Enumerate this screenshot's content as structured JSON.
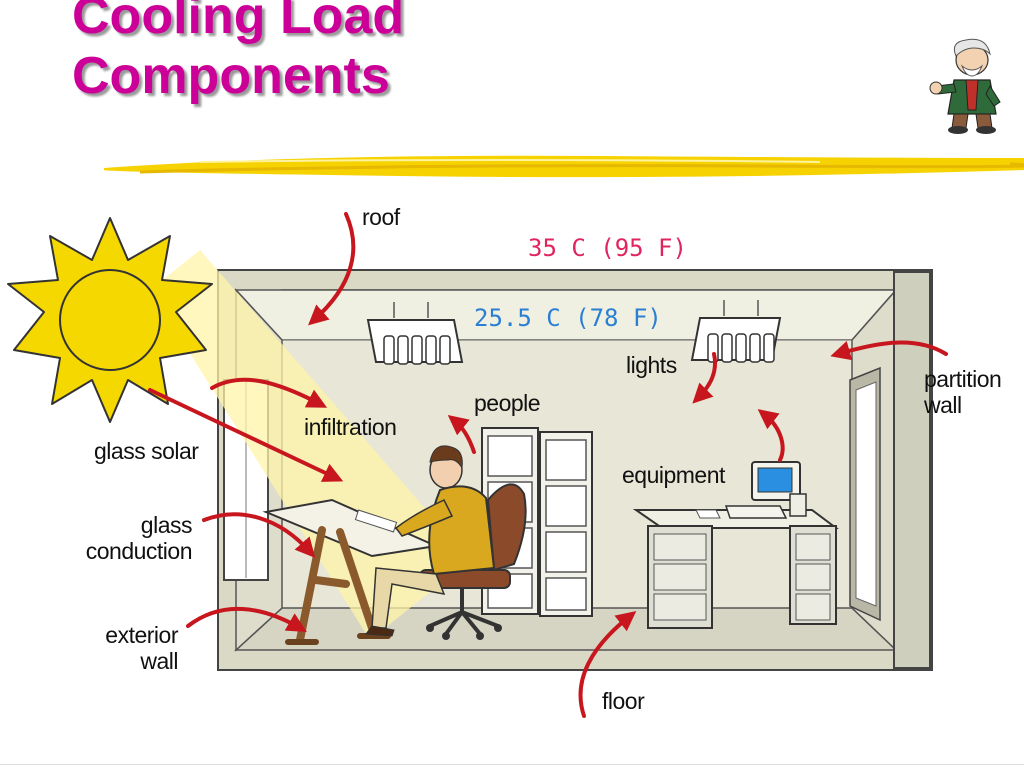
{
  "title": {
    "line1": "Cooling Load",
    "line2": "Components"
  },
  "temperatures": {
    "outdoor": "35 C (95 F)",
    "indoor": "25.5 C (78 F)"
  },
  "labels": {
    "roof": "roof",
    "lights": "lights",
    "partition_line1": "partition",
    "partition_line2": "wall",
    "people": "people",
    "infiltration": "infiltration",
    "glass_solar": "glass solar",
    "equipment": "equipment",
    "glass_conduction_line1": "glass",
    "glass_conduction_line2": "conduction",
    "exterior_line1": "exterior",
    "exterior_line2": "wall",
    "floor": "floor"
  },
  "colors": {
    "title": "#cc0099",
    "outdoor_temp": "#e0245e",
    "indoor_temp": "#2a7fd4",
    "arrow": "#c8161e",
    "sun": "#f5d800",
    "wall": "#dcdcc8"
  }
}
